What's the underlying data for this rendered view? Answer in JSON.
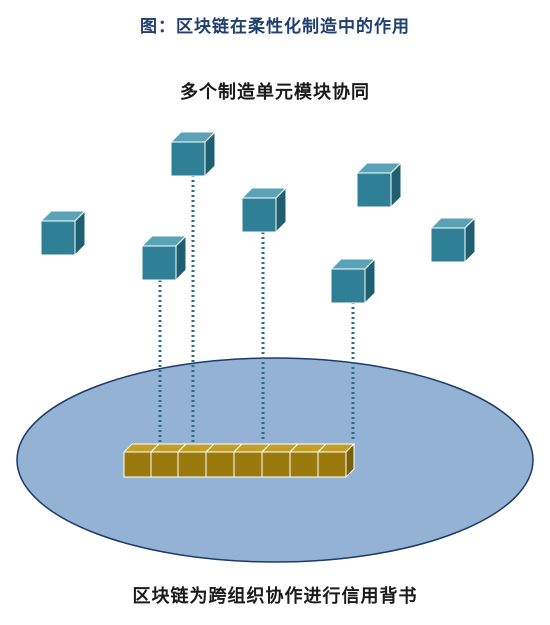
{
  "figure_title": "图：区块链在柔性化制造中的作用",
  "top_label": "多个制造单元模块协同",
  "bottom_label": "区块链为跨组织协作进行信用背书",
  "colors": {
    "title": "#1f3f6e",
    "ellipse_fill": "#94b2d4",
    "ellipse_stroke": "#1e3a6b",
    "cube_front": "#2f7f96",
    "cube_top": "#5aa3b7",
    "cube_side": "#1f5f72",
    "chain_block_front": "#9a7a0c",
    "chain_block_top": "#c39f2a",
    "connector": "#2a6f86"
  },
  "diagram": {
    "module_count": 7,
    "connected_modules": 4,
    "chain_block_count": 8
  }
}
